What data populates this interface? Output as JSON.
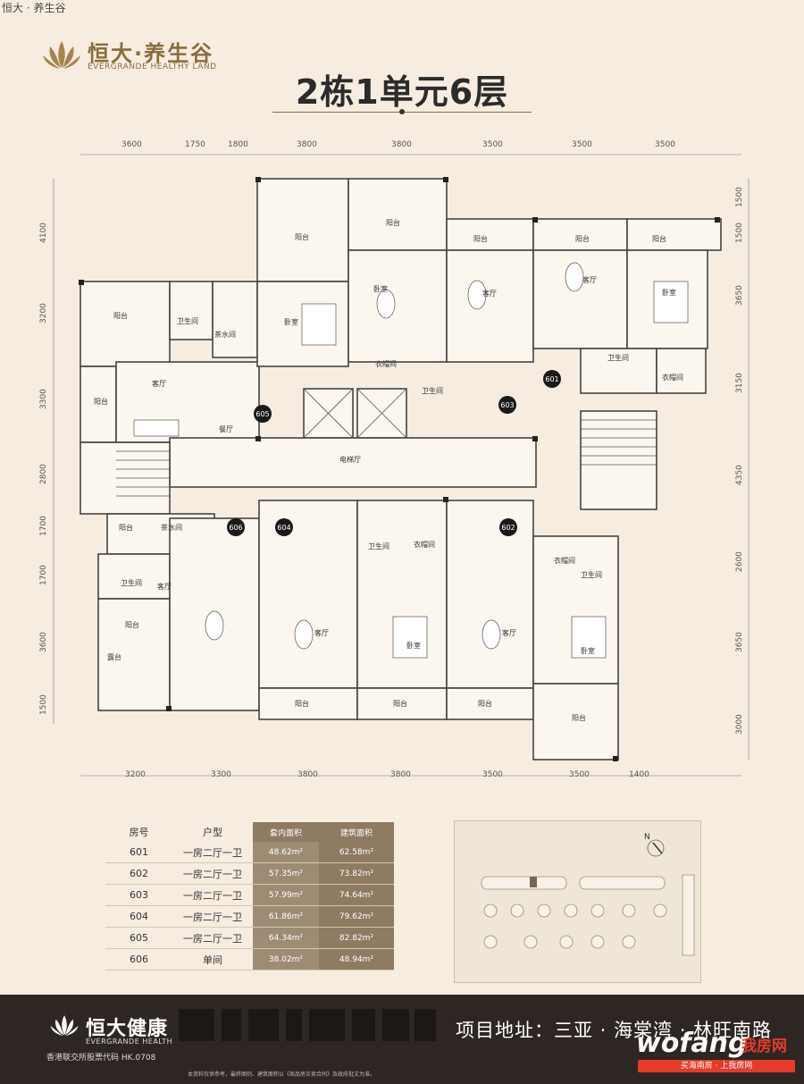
{
  "caption": "恒大 · 养生谷",
  "logo": {
    "cn": "恒大·养生谷",
    "en": "EVERGRANDE HEALTHY LAND"
  },
  "title": "2栋1单元6层",
  "dims": {
    "top": [
      "3600",
      "1750",
      "1800",
      "3800",
      "3800",
      "3500",
      "3500",
      "3500"
    ],
    "bottom": [
      "3200",
      "3300",
      "3800",
      "3800",
      "3500",
      "3500",
      "1400"
    ],
    "left": [
      "4100",
      "3200",
      "3300",
      "2800",
      "1700",
      "1700",
      "3600",
      "1500"
    ],
    "right": [
      "1500",
      "1500",
      "3650",
      "3150",
      "4350",
      "2600",
      "3650",
      "3000"
    ]
  },
  "rooms": {
    "balcony": "阳台",
    "bedroom": "卧室",
    "living": "客厅",
    "bath": "卫生间",
    "tea": "茶水间",
    "closet": "衣帽间",
    "dining": "餐厅",
    "lift_hall": "电梯厅",
    "terrace": "露台"
  },
  "unit_tags": [
    "601",
    "602",
    "603",
    "604",
    "605",
    "606"
  ],
  "table": {
    "headers": [
      "房号",
      "户型",
      "套内面积",
      "建筑面积"
    ],
    "rows": [
      [
        "601",
        "一房二厅一卫",
        "48.62m²",
        "62.58m²"
      ],
      [
        "602",
        "一房二厅一卫",
        "57.35m²",
        "73.82m²"
      ],
      [
        "603",
        "一房二厅一卫",
        "57.99m²",
        "74.64m²"
      ],
      [
        "604",
        "一房二厅一卫",
        "61.86m²",
        "79.62m²"
      ],
      [
        "605",
        "一房二厅一卫",
        "64.34m²",
        "82.82m²"
      ],
      [
        "606",
        "单间",
        "38.02m²",
        "48.94m²"
      ]
    ]
  },
  "minimap": {
    "north": "N"
  },
  "footer": {
    "brand": "恒大健康",
    "brand_en": "EVERGRANDE HEALTH",
    "stock": "香港联交所股票代码 HK.0708",
    "address": "项目地址：三亚 · 海棠湾 · 林旺南路",
    "disclaimer": "本资料仅供参考，最终图则、建筑面积以《商品房买卖合同》及政府批文为准。"
  },
  "watermark": {
    "main": "wofang",
    "brand": "我房网",
    "tagline": "买海南房 · 上我房网"
  },
  "colors": {
    "gold": "#8a6b3c",
    "footer_bg": "#2d2623",
    "table_accent": "#8f7a62",
    "watermark_red": "#e63b2a"
  }
}
